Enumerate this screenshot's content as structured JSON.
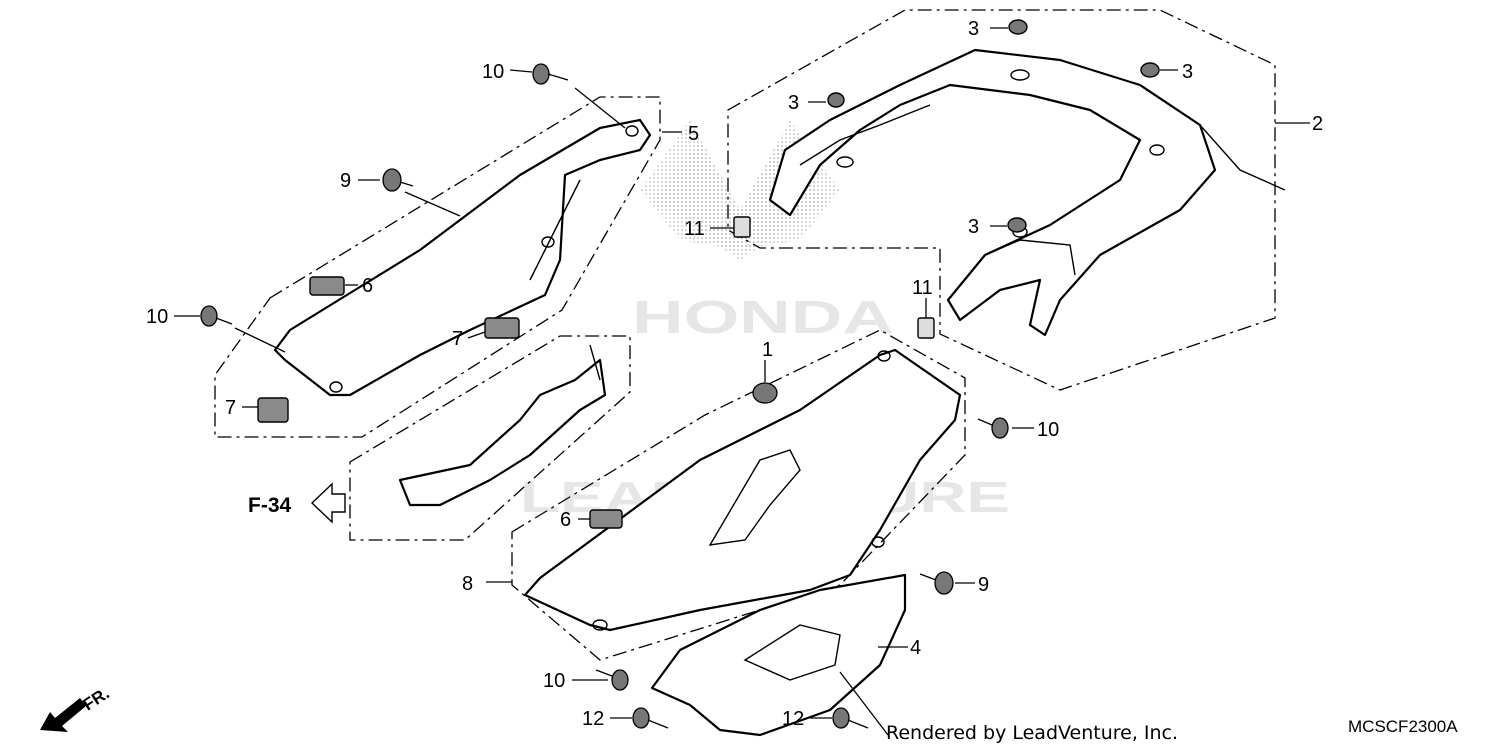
{
  "watermark": {
    "brand": "HONDA",
    "dealer": "LEADVENTURE"
  },
  "callouts": {
    "p1": "1",
    "p2": "2",
    "p3a": "3",
    "p3b": "3",
    "p3c": "3",
    "p3d": "3",
    "p4": "4",
    "p5": "5",
    "p6a": "6",
    "p6b": "6",
    "p7a": "7",
    "p7b": "7",
    "p8": "8",
    "p9a": "9",
    "p9b": "9",
    "p10a": "10",
    "p10b": "10",
    "p10c": "10",
    "p10d": "10",
    "p11a": "11",
    "p11b": "11",
    "p12a": "12",
    "p12b": "12"
  },
  "reference": "F-34",
  "direction": "FR.",
  "credit": "Rendered by LeadVenture, Inc.",
  "diagram_code": "MCSCF2300A"
}
